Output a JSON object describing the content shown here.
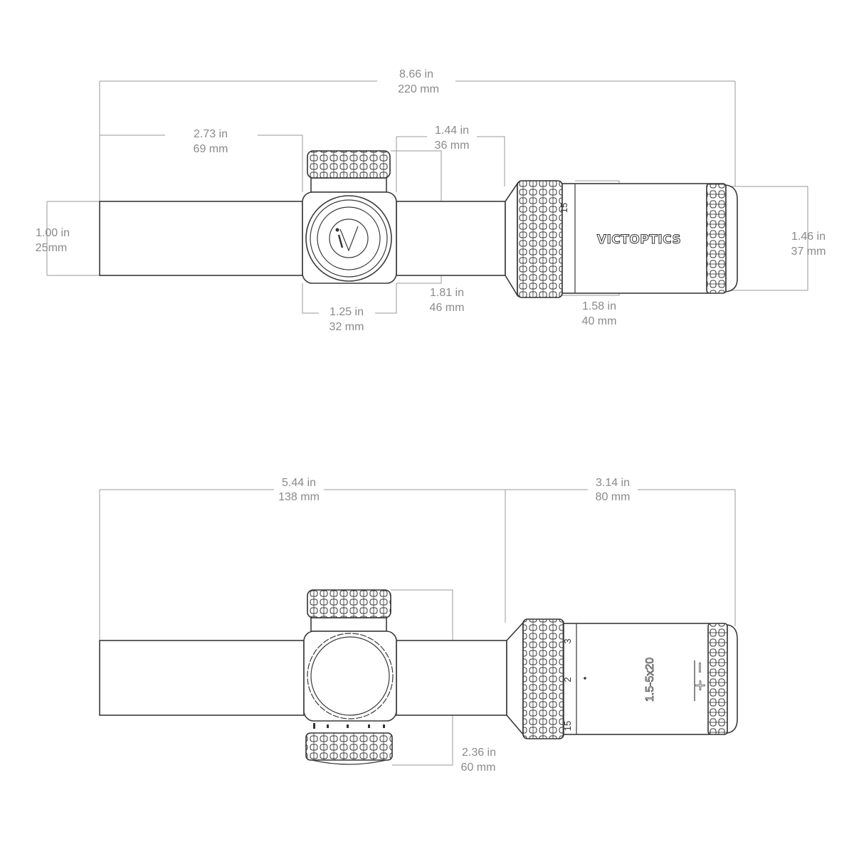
{
  "side_view": {
    "overall_length": {
      "in": "8.66 in",
      "mm": "220 mm"
    },
    "objective_to_turret": {
      "in": "2.73 in",
      "mm": "69 mm"
    },
    "turret_to_eyepiece": {
      "in": "1.44 in",
      "mm": "36 mm"
    },
    "tube_diameter": {
      "in": "1.00 in",
      "mm": "25mm"
    },
    "turret_width": {
      "in": "1.25 in",
      "mm": "32 mm"
    },
    "turret_height": {
      "in": "1.81 in",
      "mm": "46 mm"
    },
    "ocular_length": {
      "in": "1.58 in",
      "mm": "40 mm"
    },
    "eyepiece_diameter": {
      "in": "1.46 in",
      "mm": "37 mm"
    },
    "brand_text": "VICTOPTICS",
    "ring_mark": "15",
    "logo_text": "iV"
  },
  "top_view": {
    "front_length": {
      "in": "5.44 in",
      "mm": "138 mm"
    },
    "rear_length": {
      "in": "3.14 in",
      "mm": "80 mm"
    },
    "turret_span": {
      "in": "2.36 in",
      "mm": "60 mm"
    },
    "ring_marks": [
      "3",
      "2",
      "15"
    ],
    "model_text": "1.5-5x20",
    "plus_minus": {
      "plus": "+",
      "minus": "−"
    }
  },
  "colors": {
    "outline": "#3a3a3a",
    "dimension": "#9a9a9a",
    "label": "#8a8a8a"
  }
}
